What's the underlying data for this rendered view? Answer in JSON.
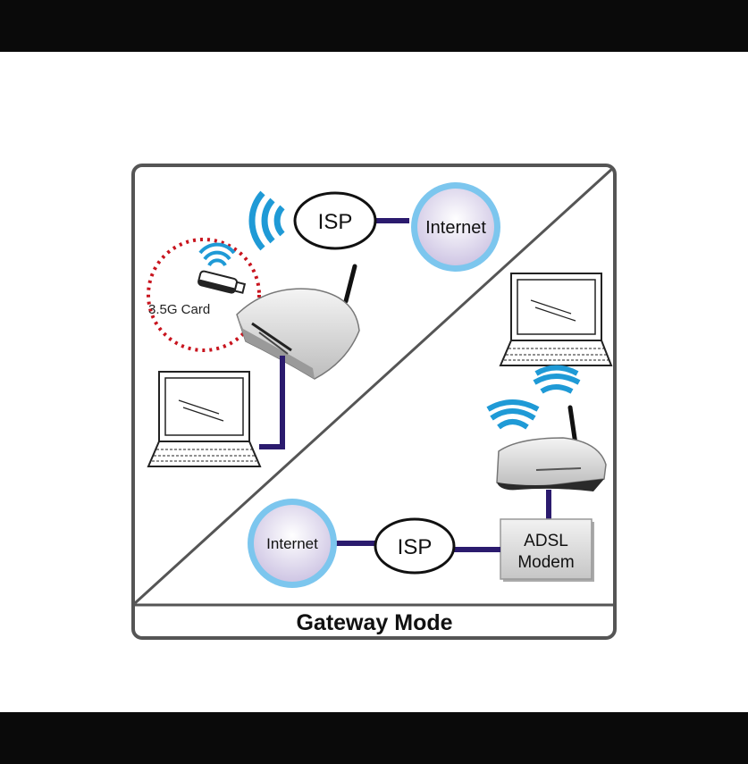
{
  "diagram": {
    "title": "Gateway Mode",
    "top_left_scenario": {
      "isp_label": "ISP",
      "internet_label": "Internet",
      "card_label": "3.5G Card"
    },
    "bottom_right_scenario": {
      "isp_label": "ISP",
      "internet_label": "Internet",
      "modem_label_line1": "ADSL",
      "modem_label_line2": "Modem"
    },
    "colors": {
      "frame": "#555555",
      "link": "#2b1b6e",
      "wifi": "#1f9ad6",
      "internet_ring": "#7cc6ee",
      "internet_fill": "#d9d2ea",
      "card_circle": "#c8141e",
      "modem_fill": "#d9d9d9"
    }
  }
}
